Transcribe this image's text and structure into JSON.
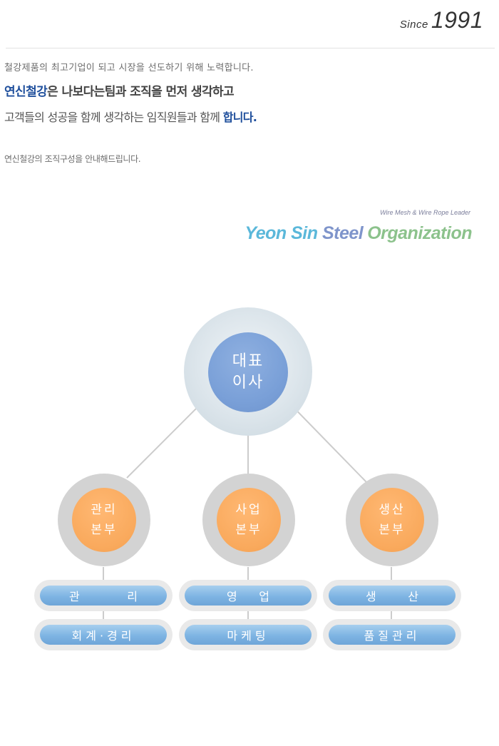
{
  "header": {
    "since_word": "Since",
    "since_year": "1991"
  },
  "intro": {
    "line1": "철강제품의 최고기업이 되고 시장을 선도하기 위해 노력합니다.",
    "line2_highlight": "연신철강",
    "line2_rest": "은 나보다는팀과 조직을 먼저 생각하고",
    "line3_rest": "고객들의 성공을 함께 생각하는 임직원들과 함께 ",
    "line3_highlight": "합니다.",
    "guide": "연신철강의 조직구성을 안내해드립니다."
  },
  "org_header": {
    "tagline": "Wire Mesh & Wire Rope Leader",
    "title_part1": "Yeon Sin",
    "title_part2": " Steel",
    "title_part3": "Organization"
  },
  "ceo": {
    "line1": "대표",
    "line2": "이사"
  },
  "divisions": [
    {
      "line1": "관리",
      "line2": "본부",
      "teams": [
        {
          "left": "관",
          "right": "리"
        },
        {
          "label": "회계·경리"
        }
      ]
    },
    {
      "line1": "사업",
      "line2": "본부",
      "teams": [
        {
          "left": "영",
          "right": "업"
        },
        {
          "label": "마케팅"
        }
      ]
    },
    {
      "line1": "생산",
      "line2": "본부",
      "teams": [
        {
          "left": "생",
          "right": "산"
        },
        {
          "label": "품질관리"
        }
      ]
    }
  ],
  "colors": {
    "accent_blue": "#1f4f9c",
    "ceo_circle": "#7aa0d8",
    "division_circle": "#f9a95c",
    "team_pill": "#7eb4e3"
  }
}
